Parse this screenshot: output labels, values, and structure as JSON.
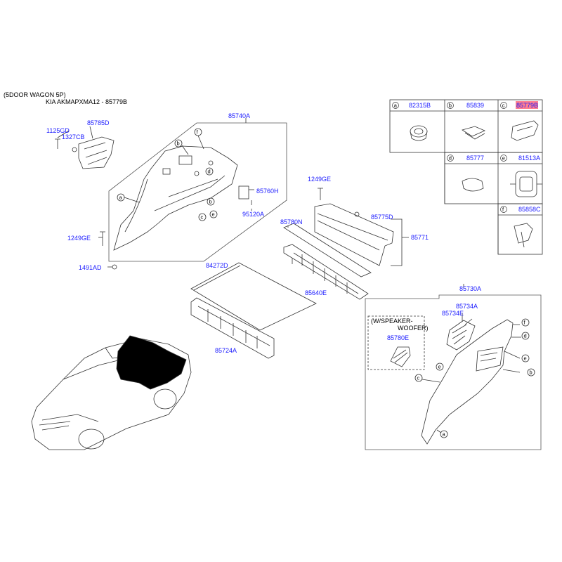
{
  "header": {
    "model": "(5DOOR WAGON 5P)",
    "ref": "KIA AKMAPXMA12 - 85779B"
  },
  "labels": {
    "p1125GD": "1125GD",
    "p1327CB": "1327CB",
    "p85785D": "85785D",
    "p85740A": "85740A",
    "p1249GE_left": "1249GE",
    "p1491AD": "1491AD",
    "p85760H": "85760H",
    "p95120A": "95120A",
    "p1249GE_mid": "1249GE",
    "p85775D": "85775D",
    "p85780N": "85780N",
    "p85771": "85771",
    "p84272D": "84272D",
    "p85640E": "85640E",
    "p85724A": "85724A",
    "p85730A": "85730A",
    "p85734A": "85734A",
    "p85734E": "85734E",
    "p85780E": "85780E",
    "speaker_note": "(W/SPEAKER-",
    "speaker_note2": "WOOFER)"
  },
  "legend": [
    {
      "letter": "a",
      "code": "82315B",
      "highlight": false
    },
    {
      "letter": "b",
      "code": "85839",
      "highlight": false
    },
    {
      "letter": "c",
      "code": "85779B",
      "highlight": true
    },
    {
      "letter": "d",
      "code": "85777",
      "highlight": false
    },
    {
      "letter": "e",
      "code": "81513A",
      "highlight": false
    },
    {
      "letter": "f",
      "code": "85858C",
      "highlight": false
    }
  ],
  "callouts": {
    "a": "a",
    "b": "b",
    "c": "c",
    "d": "d",
    "e": "e",
    "f": "f"
  },
  "colors": {
    "label": "#1a1aff",
    "highlight": "#ff7f8f",
    "line": "#333333"
  }
}
